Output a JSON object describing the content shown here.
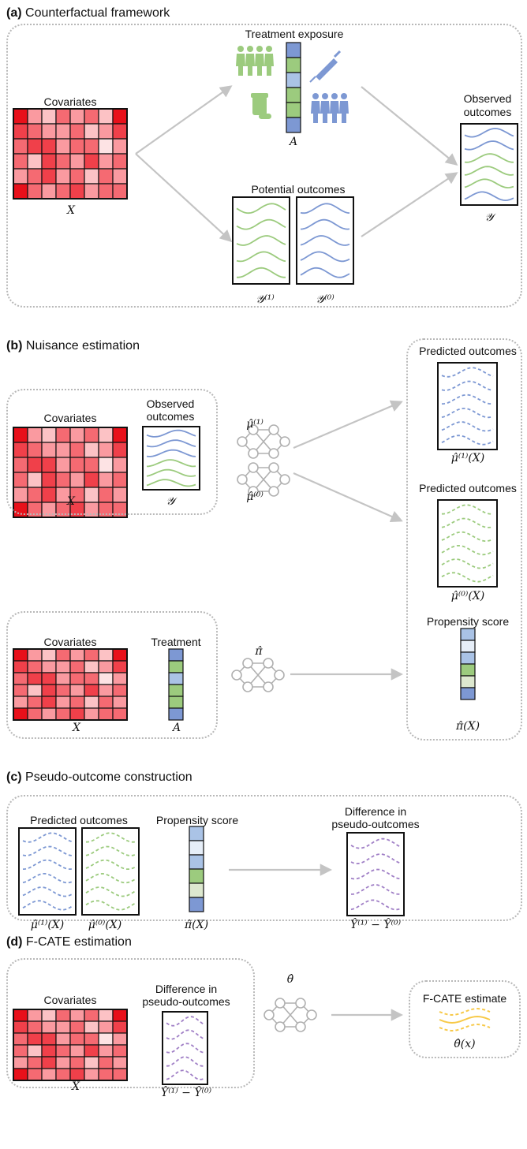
{
  "sections": {
    "a": {
      "tag": "(a)",
      "title": "Counterfactual framework"
    },
    "b": {
      "tag": "(b)",
      "title": "Nuisance estimation"
    },
    "c": {
      "tag": "(c)",
      "title": "Pseudo-outcome construction"
    },
    "d": {
      "tag": "(d)",
      "title": "F-CATE estimation"
    }
  },
  "labels": {
    "covariates": "Covariates",
    "treatment_exposure": "Treatment exposure",
    "observed_outcomes_line1": "Observed",
    "observed_outcomes_line2": "outcomes",
    "observed_outcomes_single": "Observed outcomes",
    "potential_outcomes": "Potential outcomes",
    "predicted_outcomes": "Predicted outcomes",
    "treatment": "Treatment",
    "propensity_score": "Propensity score",
    "diff_line1": "Difference in",
    "diff_line2": "pseudo-outcomes",
    "fcate_estimate": "F-CATE estimate"
  },
  "math": {
    "X": "X",
    "A": "A",
    "Y": "𝒴",
    "Y1": "𝒴⁽¹⁾",
    "Y0": "𝒴⁽⁰⁾",
    "mu1": "μ̂⁽¹⁾",
    "mu0": "μ̂⁽⁰⁾",
    "mu1X": "μ̂⁽¹⁾(X)",
    "mu0X": "μ̂⁽⁰⁾(X)",
    "pi": "π̂",
    "piX": "π̂(X)",
    "diffY": "Ŷ⁽¹⁾ − Ŷ⁽⁰⁾",
    "theta": "θ̂",
    "thetaX": "θ̂(x)"
  },
  "colors": {
    "blue": "#7d98d3",
    "green": "#9ccb7e",
    "lightblue": "#aac3e6",
    "purple": "#a07fc6",
    "yellow": "#f7c948",
    "arrow": "#c4c4c4",
    "red_shades": [
      "#e8101a",
      "#f0404a",
      "#f56a72",
      "#fa9aa0",
      "#fcc2c5",
      "#fde3e4"
    ]
  }
}
